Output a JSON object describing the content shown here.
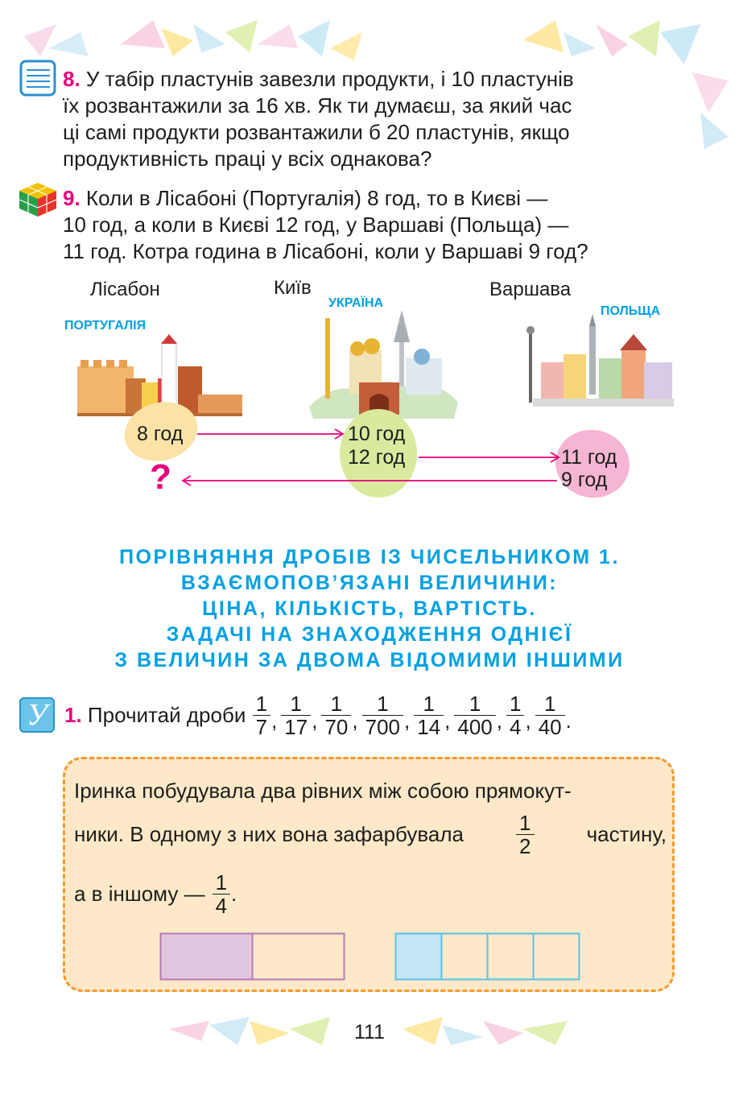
{
  "task8": {
    "number": "8.",
    "line1": "У табір пластунів завезли продукти, і 10 пластунів",
    "line2": "їх розвантажили за 16 хв. Як ти думаєш, за який час",
    "line3": "ці самі продукти розвантажили б 20 пластунів, якщо",
    "line4": "продуктивність праці у всіх однакова?"
  },
  "task9": {
    "number": "9.",
    "line1": "Коли в Лісабоні (Португалія) 8 год, то в Києві —",
    "line2": "10 год, а коли в Києві 12 год, у Варшаві (Польща) —",
    "line3": "11 год. Котра година в Лісабоні, коли у Варшаві 9 год?"
  },
  "diagram": {
    "lisbon": {
      "city": "Лісабон",
      "country": "ПОРТУГАЛІЯ",
      "time": "8 год",
      "unknown": "?"
    },
    "kyiv": {
      "city": "Київ",
      "country": "УКРАЇНА",
      "time1": "10 год",
      "time2": "12 год"
    },
    "warsaw": {
      "city": "Варшава",
      "country": "ПОЛЬЩА",
      "time1": "11 год",
      "time2": "9 год"
    },
    "colors": {
      "arrow": "#e6007e",
      "lisbon_blob": "#fbe3a8",
      "kyiv_blob": "#d9ea9f",
      "warsaw_blob": "#f5b5d3"
    }
  },
  "heading": {
    "line1": "ПОРІВНЯННЯ ДРОБІВ ІЗ ЧИСЕЛЬНИКОМ 1.",
    "line2": "ВЗАЄМОПОВ’ЯЗАНІ ВЕЛИЧИНИ:",
    "line3": "ЦІНА, КІЛЬКІСТЬ, ВАРТІСТЬ.",
    "line4": "ЗАДАЧІ НА ЗНАХОДЖЕННЯ ОДНІЄЇ",
    "line5": "З ВЕЛИЧИН ЗА ДВОМА ВІДОМИМИ ІНШИМИ"
  },
  "task1": {
    "icon_letter": "У",
    "number": "1.",
    "text": "Прочитай дроби",
    "fractions": [
      {
        "n": "1",
        "d": "7"
      },
      {
        "n": "1",
        "d": "17"
      },
      {
        "n": "1",
        "d": "70"
      },
      {
        "n": "1",
        "d": "700"
      },
      {
        "n": "1",
        "d": "14"
      },
      {
        "n": "1",
        "d": "400"
      },
      {
        "n": "1",
        "d": "4"
      },
      {
        "n": "1",
        "d": "40"
      }
    ],
    "end": "."
  },
  "card": {
    "line1": "Іринка побудувала два рівних між собою прямокут-",
    "line2_a": "ники. В одному з них вона зафарбувала",
    "half": {
      "n": "1",
      "d": "2"
    },
    "line2_b": "частину,",
    "line3_a": "а в іншому —",
    "quarter": {
      "n": "1",
      "d": "4"
    },
    "line3_b": ".",
    "rect_half_shaded_fraction": 0.5,
    "rect_quarter_shaded_fraction": 0.25,
    "colors": {
      "half_fill": "#e2c6e0",
      "half_border": "#b77ab3",
      "quarter_fill": "#c3e6f7",
      "quarter_border": "#5bc0e8"
    }
  },
  "page_number": "111"
}
